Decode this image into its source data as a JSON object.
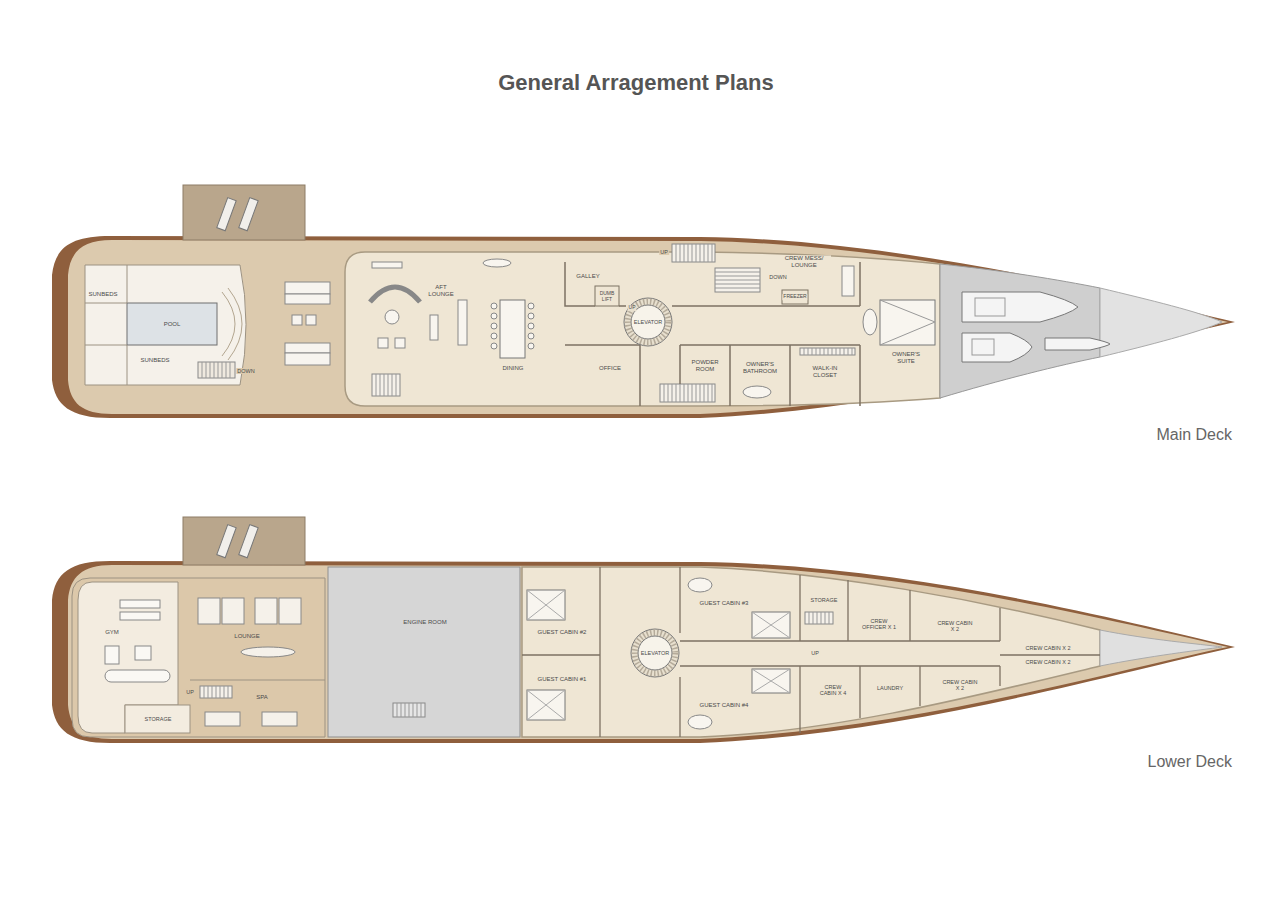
{
  "diagram": {
    "title": "General Arragement Plans",
    "labels": [
      "SUNBEDS",
      "POOL",
      "SUNBEDS",
      "DOWN",
      "UP",
      "AFT LOUNGE",
      "DINING",
      "GALLEY",
      "DUMB LIFT",
      "UP",
      "ELEVATOR",
      "OFFICE",
      "POWDER ROOM",
      "OWNER'S BATHROOM",
      "WALK-IN CLOSET",
      "CREW MESS/ LOUNGE",
      "DOWN",
      "FREEZER",
      "OWNER'S SUITE",
      "Main Deck",
      "GYM",
      "LOUNGE",
      "UP",
      "SPA",
      "STORAGE",
      "ENGINE ROOM",
      "GUEST CABIN #2",
      "GUEST CABIN #1",
      "GUEST CABIN #3",
      "ELEVATOR",
      "GUEST CABIN #4",
      "STORAGE",
      "UP",
      "CREW OFFICER X 1",
      "CREW CABIN X 2",
      "CREW CABIN X 2",
      "CREW CABIN X 2",
      "CREW CABIN X 4",
      "LAUNDRY",
      "CREW CABIN X 2",
      "Lower Deck"
    ]
  }
}
